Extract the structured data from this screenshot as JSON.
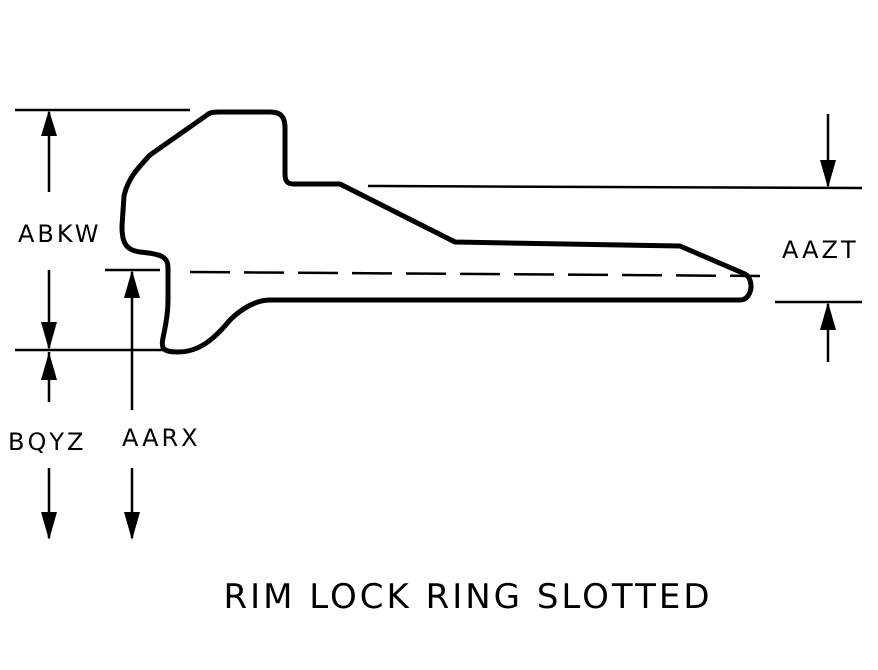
{
  "title": "RIM LOCK RING SLOTTED",
  "dimensions": {
    "abkw": "ABKW",
    "bqyz": "BQYZ",
    "aarx": "AARX",
    "aazt": "AAZT"
  }
}
